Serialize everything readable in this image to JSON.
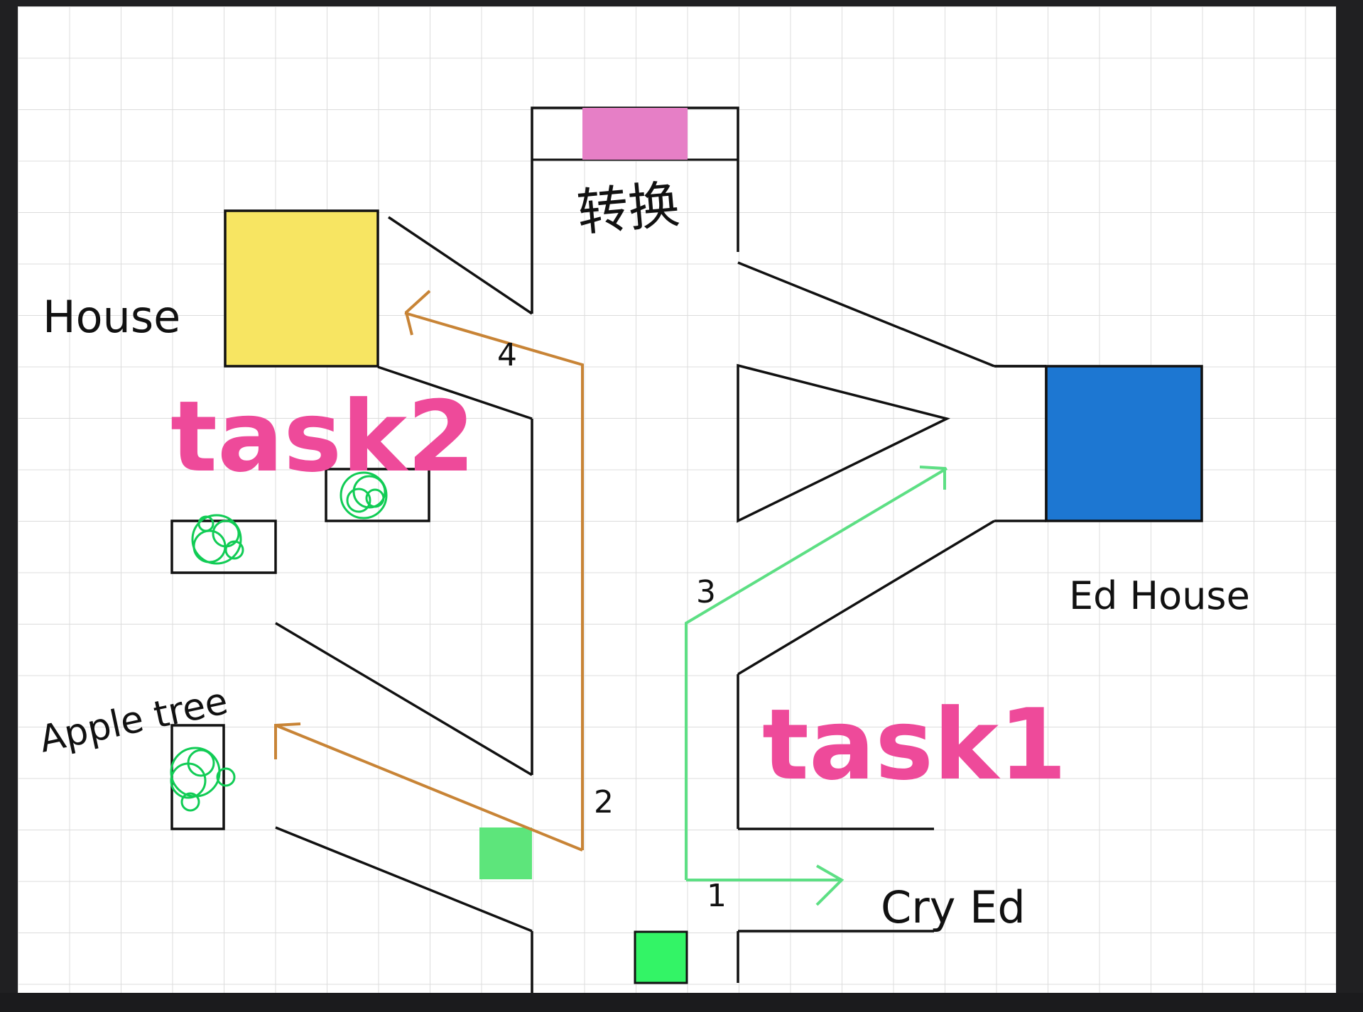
{
  "labels": {
    "house": "House",
    "ed_house": "Ed House",
    "apple_tree": "Apple tree",
    "cry_ed": "Cry Ed",
    "top_room": "转换",
    "task1": "task1",
    "task2": "task2"
  },
  "markers": {
    "m1": "1",
    "m2": "2",
    "m3": "3",
    "m4": "4"
  },
  "colors": {
    "house": "#f7e562",
    "ed_house": "#1d77d2",
    "top_room": "#e67fc6",
    "spawn": "#33f466",
    "green_block": "#5de57b",
    "task_text": "#ee4a9a",
    "path_task1": "#5ddf84",
    "path_task2": "#c88436",
    "bush": "#11cc55"
  }
}
